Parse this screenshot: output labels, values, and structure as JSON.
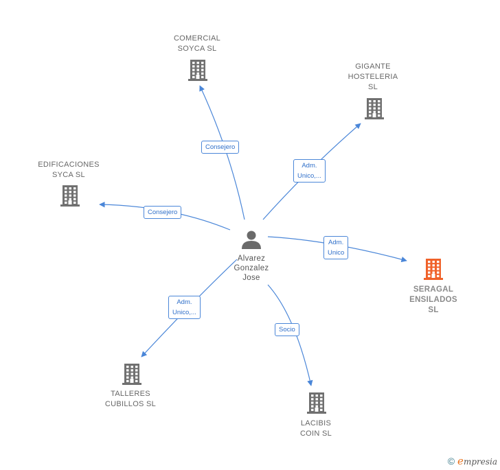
{
  "center": {
    "name": "Alvarez\nGonzalez\nJose",
    "icon": "person-icon"
  },
  "companies": [
    {
      "id": "comercial",
      "name": "COMERCIAL\nSOYCA SL",
      "icon": "building-icon",
      "color": "#707070",
      "highlight": false
    },
    {
      "id": "gigante",
      "name": "GIGANTE\nHOSTELERIA\nSL",
      "icon": "building-icon",
      "color": "#707070",
      "highlight": false
    },
    {
      "id": "edificaciones",
      "name": "EDIFICACIONES\nSYCA SL",
      "icon": "building-icon",
      "color": "#707070",
      "highlight": false
    },
    {
      "id": "seragal",
      "name": "SERAGAL\nENSILADOS\nSL",
      "icon": "building-icon",
      "color": "#f0622a",
      "highlight": true
    },
    {
      "id": "talleres",
      "name": "TALLERES\nCUBILLOS SL",
      "icon": "building-icon",
      "color": "#707070",
      "highlight": false
    },
    {
      "id": "lacibis",
      "name": "LACIBIS\nCOIN  SL",
      "icon": "building-icon",
      "color": "#707070",
      "highlight": false
    }
  ],
  "relations": [
    {
      "to": "comercial",
      "label": "Consejero"
    },
    {
      "to": "gigante",
      "label": "Adm.\nUnico,..."
    },
    {
      "to": "edificaciones",
      "label": "Consejero"
    },
    {
      "to": "seragal",
      "label": "Adm.\nUnico"
    },
    {
      "to": "talleres",
      "label": "Adm.\nUnico,..."
    },
    {
      "to": "lacibis",
      "label": "Socio"
    }
  ],
  "footer": {
    "copyright": "©",
    "brand_initial": "e",
    "brand_rest": "mpresia"
  },
  "colors": {
    "edge": "#4a86d8",
    "building": "#707070",
    "highlight": "#f0622a",
    "person": "#6a6a6a"
  }
}
